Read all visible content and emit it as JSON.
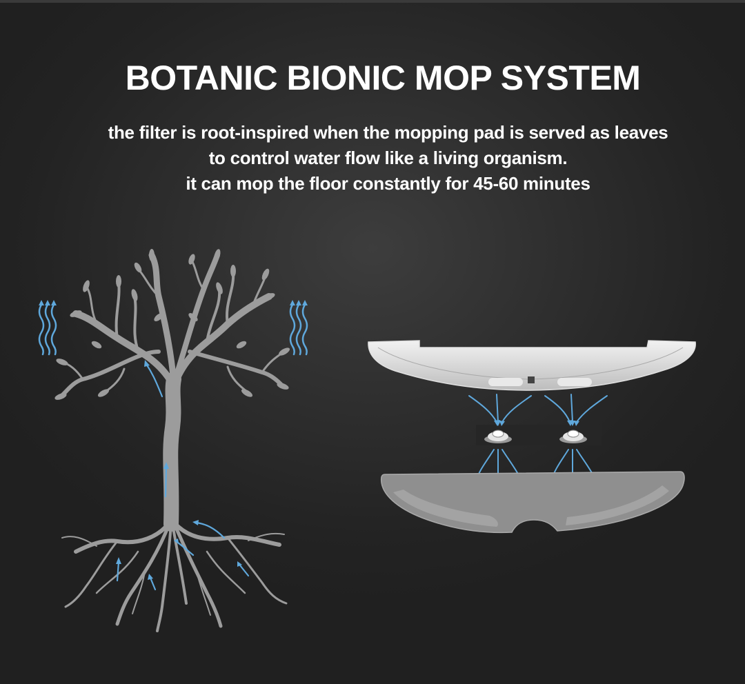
{
  "header": {
    "title": "BOTANIC BIONIC MOP SYSTEM"
  },
  "description": {
    "line1": "the filter is root-inspired when the mopping pad is served as leaves",
    "line2": "to control water flow like a living organism.",
    "line3": "it can mop the floor constantly for 45-60 minutes"
  },
  "colors": {
    "background": "#2a2a2a",
    "text": "#ffffff",
    "tree": "#9c9c9c",
    "arrow": "#5fa8dc",
    "tank": "#d9d9d9",
    "pad": "#8f8f8f"
  },
  "icons": [
    "tree-icon",
    "vapor-arrows-icon",
    "water-tank-icon",
    "filter-valve-icon",
    "mopping-pad-icon",
    "flow-arrow-icon"
  ]
}
